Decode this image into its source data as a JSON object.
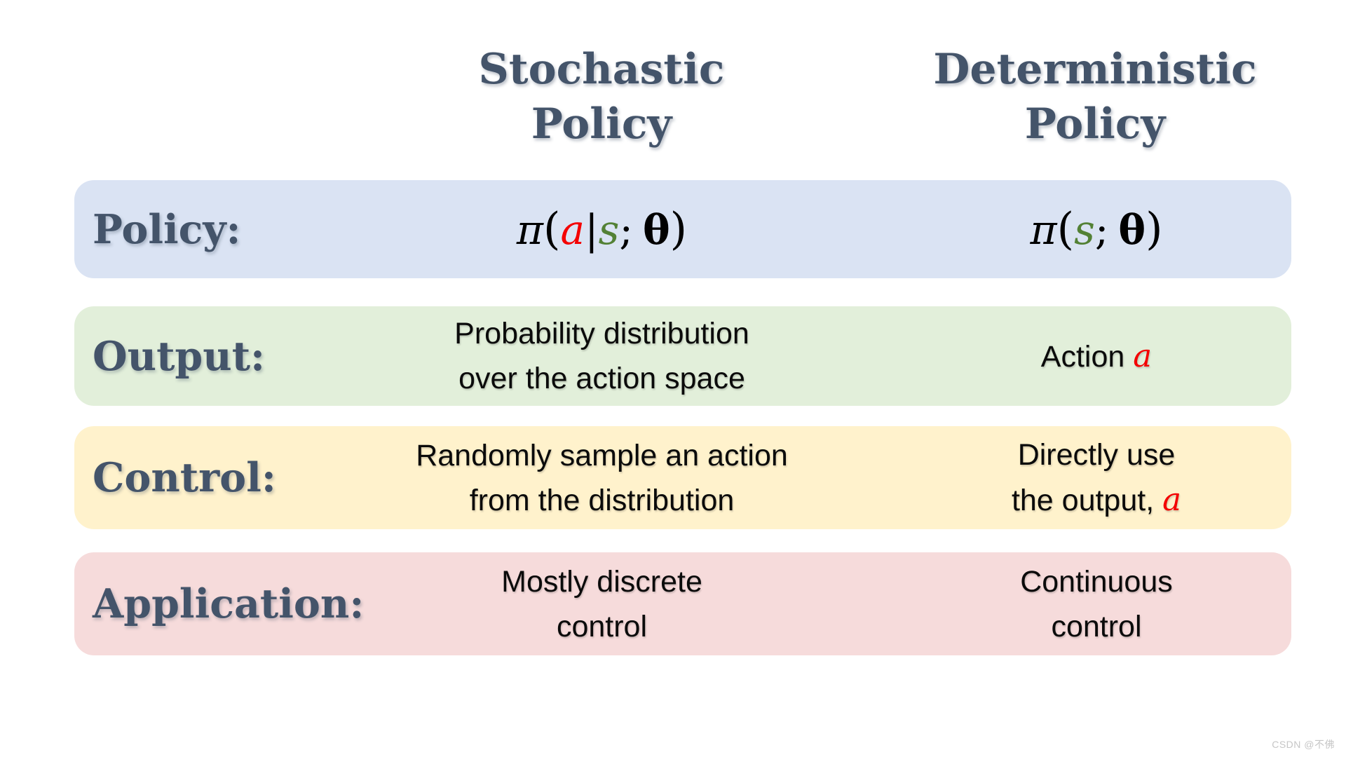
{
  "colors": {
    "heading_slate": "#44546A",
    "row_policy_bg": "#dae3f3",
    "row_output_bg": "#e2efda",
    "row_control_bg": "#fff2cc",
    "row_application_bg": "#f6dbdb",
    "accent_red": "#f40000",
    "accent_green": "#538135",
    "body_text": "#0b0b0b"
  },
  "columns": {
    "stochastic": {
      "line1": "Stochastic",
      "line2": "Policy"
    },
    "deterministic": {
      "line1": "Deterministic",
      "line2": "Policy"
    }
  },
  "rows": [
    {
      "label": "Policy:",
      "stochastic_formula": {
        "pi": "π",
        "open": "(",
        "a": "a",
        "bar": "|",
        "s": "s",
        "semi": ";",
        "theta": "θ",
        "close": ")"
      },
      "deterministic_formula": {
        "pi": "π",
        "open": "(",
        "s": "s",
        "semi": ";",
        "theta": "θ",
        "close": ")"
      }
    },
    {
      "label": "Output:",
      "stochastic": {
        "line1": "Probability distribution",
        "line2": "over the action space"
      },
      "deterministic": {
        "text": "Action",
        "a": "a"
      }
    },
    {
      "label": "Control:",
      "stochastic": {
        "line1": "Randomly sample an action",
        "line2": "from the distribution"
      },
      "deterministic": {
        "line1": "Directly use",
        "line2_text": "the output,",
        "a": "a"
      }
    },
    {
      "label": "Application:",
      "stochastic": {
        "line1": "Mostly discrete",
        "line2": "control"
      },
      "deterministic": {
        "line1": "Continuous",
        "line2": "control"
      }
    }
  ],
  "watermark": "CSDN @不佛"
}
